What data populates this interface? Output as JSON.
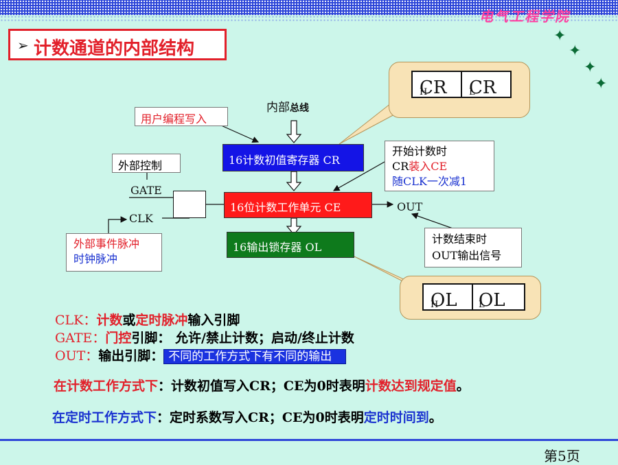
{
  "header": {
    "brand": "电气工程学院"
  },
  "title": {
    "arrow": "➢",
    "text": "计数通道的内部结构"
  },
  "diagram": {
    "bus_label": {
      "a": "内部",
      "b": "总线"
    },
    "user_write": "用户编程写入",
    "ext_control": "外部控制",
    "gate": "GATE",
    "clk": "CLK",
    "ext_pulse": {
      "line1": "外部事件脉冲",
      "line2": "时钟脉冲"
    },
    "cr_block": "16计数初值寄存器 CR",
    "ce_block": "16位计数工作单元 CE",
    "ol_block": "16输出锁存器 OL",
    "out": "OUT",
    "start_note": {
      "line1": "开始计数时",
      "line2a": "CR",
      "line2b": "装入CE",
      "line3": "随CLK一次减1"
    },
    "end_note": {
      "line1": "计数结束时",
      "line2": "OUT输出信号"
    },
    "cr_reg": {
      "h": "CR",
      "h_sub": "H",
      "l": "CR",
      "l_sub": "L"
    },
    "ol_reg": {
      "h": "OL",
      "h_sub": "H",
      "l": "OL",
      "l_sub": "L"
    },
    "colors": {
      "cr": "#1414e6",
      "ce": "#ff1a1a",
      "ol": "#0e7a1c"
    }
  },
  "lines": {
    "clk": {
      "a": "CLK：",
      "b": "计数",
      "c": "或",
      "d": "定时脉冲",
      "e": "输入引脚"
    },
    "gate": {
      "a": "GATE：",
      "b": "门控",
      "c": "引脚：  允许/禁止计数；启动/终止计数"
    },
    "out": {
      "a": "OUT：",
      "b": "输出引脚：",
      "c": "不同的工作方式下有不同的输出"
    },
    "count_mode": {
      "a": "在计数工作方式下",
      "b": "：计数初值写入CR；CE为0时表明",
      "c": "计数达到规定值",
      "d": "。"
    },
    "timer_mode": {
      "a": "在定时工作方式下",
      "b": "：定时系数写入CR；CE为0时表明",
      "c": "定时时间到",
      "d": "。"
    }
  },
  "footer": {
    "page": "第5页"
  }
}
